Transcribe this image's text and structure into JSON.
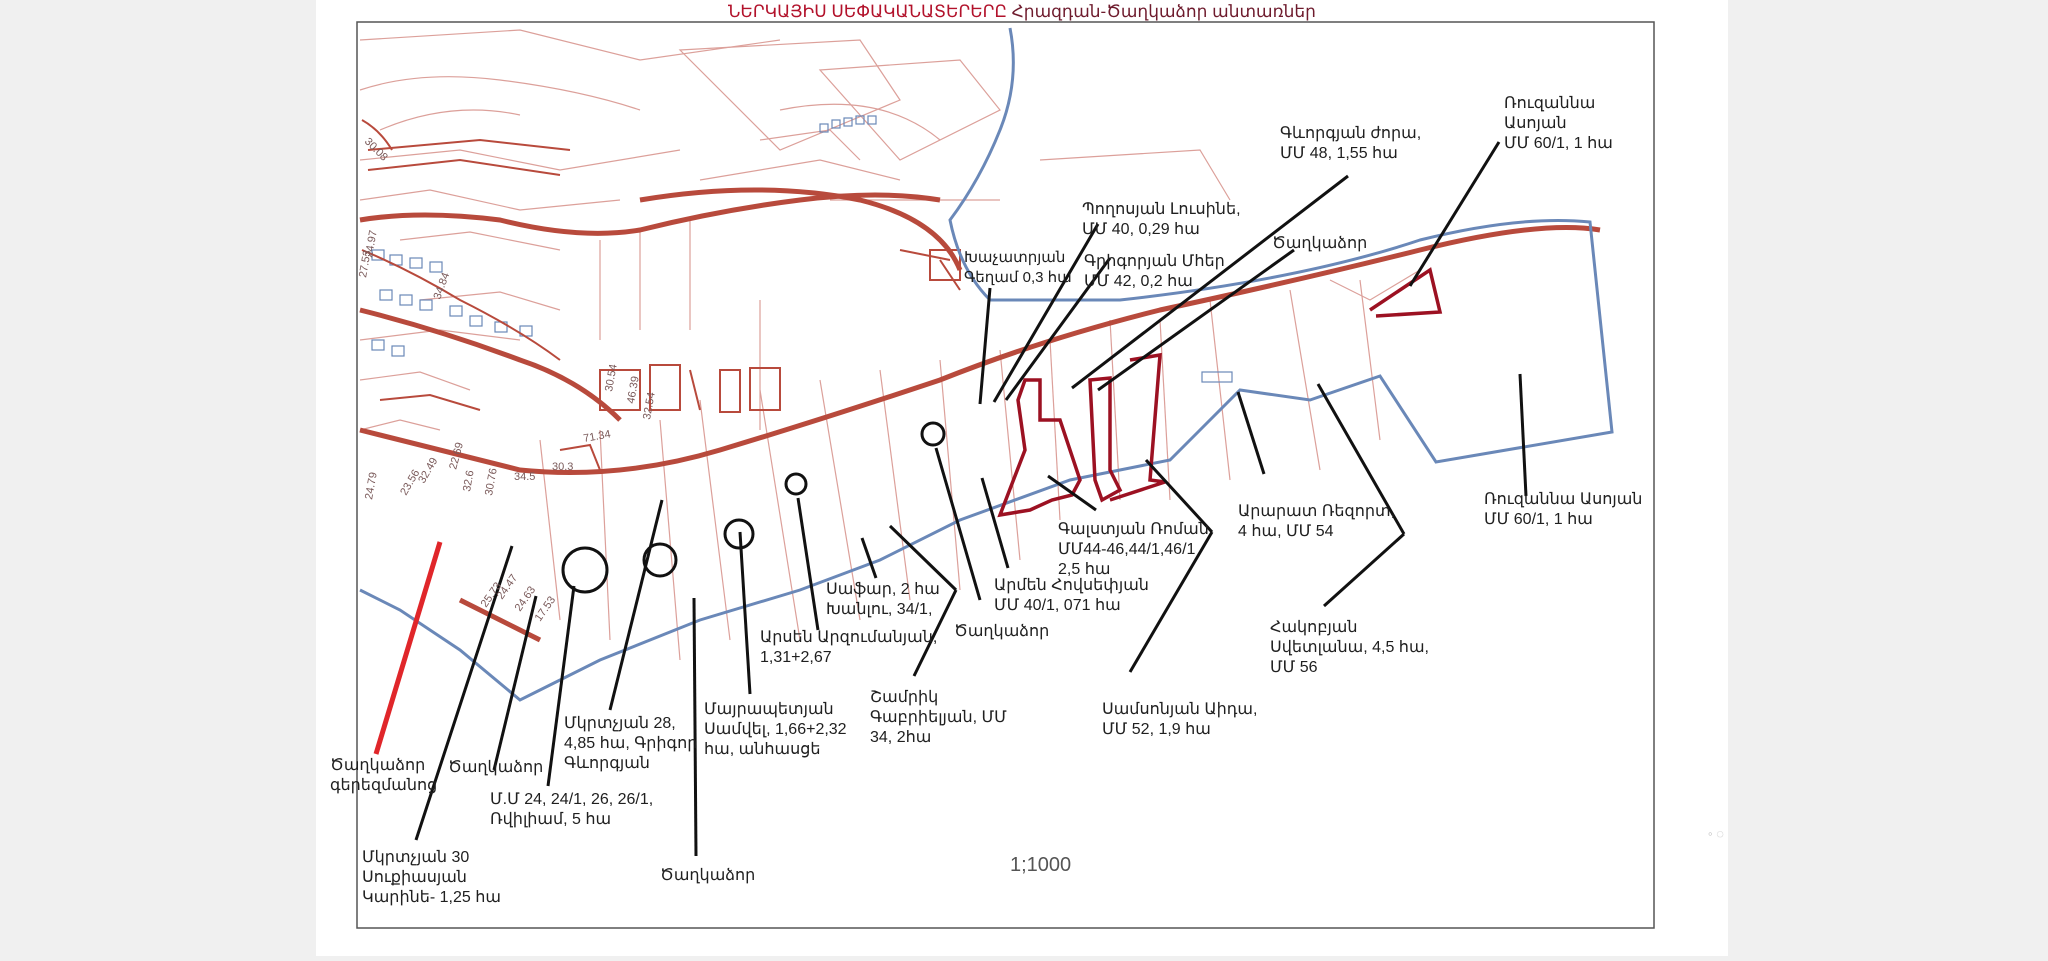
{
  "title": {
    "part_a": "ՆԵՐԿԱՅԻՍ ՍԵՓԱԿԱՆԱՏԵՐԵՐԸ",
    "part_b": "Հրազդան-Ծաղկաձոր անտառներ"
  },
  "scale": "1;1000",
  "page_edge_glyph": "◦ ◌",
  "labels": {
    "rusanna_top": "Ռուզաննա\nԱսոյան\nՄՄ 60/1, 1 հա",
    "gevorgyan": "Գևորգյան ժորա,\nՄՄ 48, 1,55 հա",
    "poghosyan": "Պողոսյան Լուսինե,\nՄՄ 40, 0,29 հա",
    "grigoryan_meher": "Գրիգորյան Մհեր\nՄՄ 42, 0,2 հա",
    "tsaghkadzor_top": "Ծաղկաձոր",
    "khachatryan": "Խաչատրյան\nԳեղամ 0,3 հա",
    "rusanna_right": "Ռուզաննա Ասոյան\nՄՄ 60/1, 1 հա",
    "ararat": "Արարատ Ռեզորտ,\n4 հա, ՄՄ 54",
    "galstyan": "Գալստյան Ռոման\nՄՄ44-46,44/1,46/1\n2,5 հա",
    "arsen_hovsepyan": "Արմեն Հովսեփյան\nՄՄ 40/1, 071 հա",
    "hakobyan": "Հակոբյան\nՍվետլանա, 4,5 հա,\nՄՄ 56",
    "samsonyan": "Սամսոնյան Աիդա,\nՄՄ 52, 1,9 հա",
    "safar": "Սաֆար, 2 հա\nԽանլու, 34/1,",
    "tsaghkadzor_mid": "Ծաղկաձոր",
    "arsen_arzumanyan": "Արսեն Արզումանյան,\n1,31+2,67",
    "shamrik": "Շամրիկ\nԳաբրիելյան, ՄՄ\n34, 2հա",
    "mayrapetyan": "Մայրապետյան\nՍամվել, 1,66+2,32\nհա, անհասցե",
    "mkrtchyan_28": "Մկրտչյան 28,\n4,85 հա, Գրիգոր\nԳևորգյան",
    "mm_24": "Մ.Մ 24, 24/1, 26, 26/1,\nՌվիլիամ, 5 հա",
    "tsaghkadzor_cemetery": "Ծաղկաձոր\nգերեզմանոց",
    "tsaghkadzor_left": "Ծաղկաձոր",
    "mkrtchyan_30": "Մկրտչյան 30\nՍուքիասյան\nԿարինե- 1,25 հա",
    "tsaghkadzor_bottom": "Ծաղկաձոր"
  },
  "parcel_numbers": [
    "30.08",
    "24.97",
    "27.53",
    "34.84",
    "30.54",
    "46.39",
    "32.54",
    "71.34",
    "30.3",
    "32.6",
    "30.76",
    "34.5",
    "25.73",
    "24.63",
    "17.53",
    "24.47",
    "22.69",
    "32.49",
    "23.56",
    "24.79"
  ],
  "colors": {
    "boundary_blue": "#6a88b8",
    "road_red": "#b84a3c",
    "parcel_pink": "#dca09a",
    "highlight_red": "#9c1122",
    "cemetery_red": "#e0262a",
    "ink": "#111111"
  }
}
